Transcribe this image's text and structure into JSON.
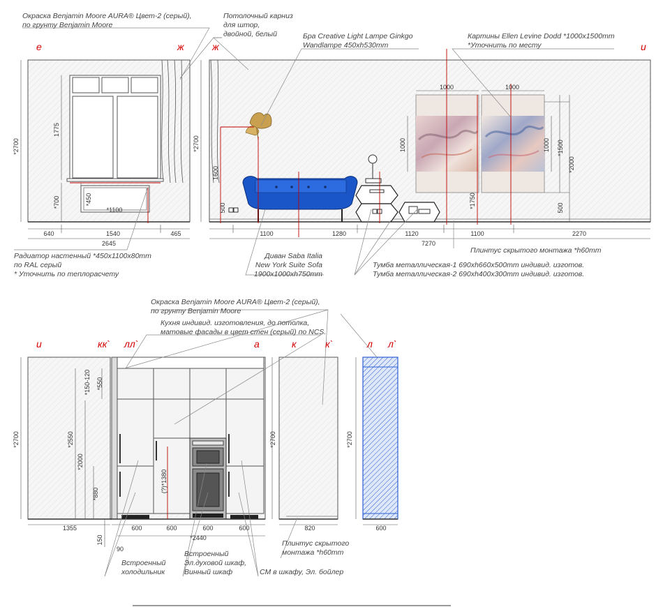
{
  "axes": {
    "e": "е",
    "zh1": "ж",
    "zh2": "ж",
    "i1": "и",
    "i2": "и",
    "kk": "кк`",
    "ll": "лл`",
    "a": "а",
    "k": "к",
    "k2": "к`",
    "l": "л",
    "l2": "л`"
  },
  "notes": {
    "paint_top_1": "Окраска Benjamin Moore AURA® Цвет-2 (серый),",
    "paint_top_2": "по грунту Benjamin Moore",
    "cornice_1": "Потолочный карниз",
    "cornice_2": "для штор,",
    "cornice_3": "двойной, белый",
    "sconce_1": "Бра Creative Light Lampe Ginkgo",
    "sconce_2": "Wandlampe 450xh530mm",
    "paintings_1": "Картины Ellen Levine Dodd  *1000x1500mm",
    "paintings_2": "*Уточнить по месту",
    "radiator_1": "Радиатор настенный *450x1100x80mm",
    "radiator_2": "по RAL серый",
    "radiator_3": "* Уточнить по теплорасчету",
    "sofa_1": "Диван Saba Italia",
    "sofa_2": "New York Suite Sofa",
    "sofa_3": "1900x1000xh750mm",
    "plinth_1": "Плинтус скрытого монтажа *h60mm",
    "tumba_1": "Тумба металлическая-1  690xh660x500mm индивид. изготов.",
    "tumba_2": "Тумба металлическая-2  690xh400x300mm индивид. изготов.",
    "paint_bottom_1": "Окраска Benjamin Moore AURA® Цвет-2 (серый),",
    "paint_bottom_2": "по грунту Benjamin Moore",
    "kitchen_1": "Кухня индивид. изготовления, до потолка,",
    "kitchen_2": "матовые фасады в цвет стен (серый) по NCS.",
    "fridge_1": "Встроенный",
    "fridge_2": "холодильник",
    "oven_1": "Встроенный",
    "oven_2": "Эл.духовой шкаф,",
    "oven_3": "Винный шкаф",
    "washer": "СМ в шкафу, Эл. бойлер",
    "plinth_2a": "Плинтус скрытого",
    "plinth_2b": "монтажа *h60mm"
  },
  "dims_top": {
    "h2700_a": "*2700",
    "h1775": "1775",
    "h700": "*700",
    "h450": "*450",
    "w1100": "*1100",
    "w640": "640",
    "w1540": "1540",
    "w465": "465",
    "w2645": "2645",
    "h2700_b": "*2700",
    "h1600": "1600",
    "h500a": "500",
    "w1100b": "1100",
    "w1280": "1280",
    "w1120": "1120",
    "w1100c": "1100",
    "w2270": "2270",
    "w7270": "7270",
    "pw1": "1000",
    "pw2": "1000",
    "ph1": "1000",
    "ph2": "1000",
    "h1500": "*1500",
    "h2000": "*2000",
    "h1750": "*1750",
    "h500b": "500"
  },
  "dims_bottom": {
    "h2700_c": "*2700",
    "h2550": "*2550",
    "h150_120": "*150-120",
    "h550": "*550",
    "h2000": "*2000",
    "h880": "*880",
    "h1380": "(?)*1380",
    "w1355": "1355",
    "w90": "90",
    "h150": "150",
    "c600a": "600",
    "c600b": "600",
    "c600c": "600",
    "c600d": "600",
    "w2440": "*2440",
    "h2700_d": "*2700",
    "w820": "820",
    "h2700_e": "*2700",
    "w600": "600"
  },
  "colors": {
    "axis_red": "#d40000",
    "sofa_blue": "#1a56c8",
    "plant_gold": "#c8a050",
    "hatch_blue": "#2d5fd0"
  }
}
